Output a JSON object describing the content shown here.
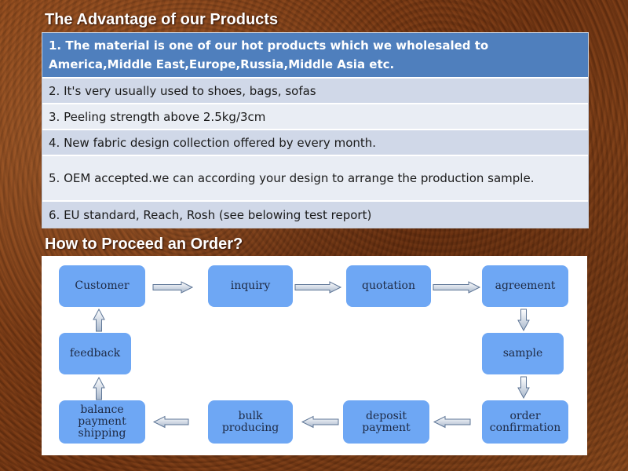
{
  "advantages": {
    "title": "The Advantage of our Products",
    "rows": [
      "1. The material is one of our hot products which we wholesaled to America,Middle East,Europe,Russia,Middle Asia etc.",
      "2. It's very usually used to shoes, bags, sofas",
      "3. Peeling strength above 2.5kg/3cm",
      "4. New fabric design collection offered by every month.",
      "5. OEM accepted.we can according your design to arrange the production sample.",
      "6. EU standard, Reach, Rosh (see belowing test report)"
    ]
  },
  "order": {
    "title": "How to Proceed an Order?",
    "steps": {
      "customer": "Customer",
      "inquiry": "inquiry",
      "quotation": "quotation",
      "agreement": "agreement",
      "sample": "sample",
      "order_confirmation": "order\nconfirmation",
      "deposit_payment": "deposit\npayment",
      "bulk_producing": "bulk\nproducing",
      "balance_payment_shipping": "balance\npayment\nshipping",
      "feedback": "feedback"
    }
  },
  "colors": {
    "header_row": "#4f7fbd",
    "row_dark": "#d0d8e8",
    "row_light": "#e9edf4",
    "step_box": "#6ea7f4",
    "background": "#7a3a14"
  }
}
